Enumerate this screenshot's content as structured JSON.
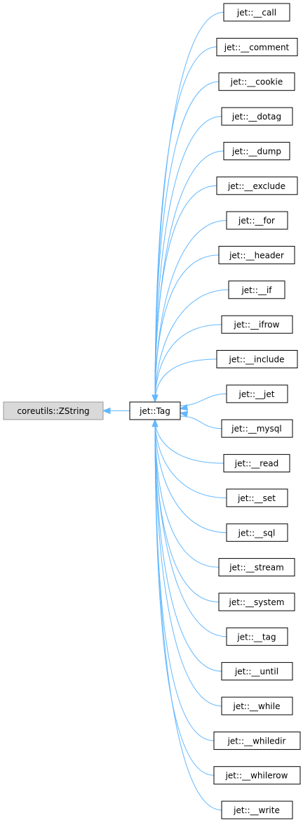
{
  "diagram": {
    "colors": {
      "edge": "#63b8ff",
      "node_border": "#000000",
      "node_fill": "#ffffff",
      "base_fill": "#d9d9d9",
      "base_border": "#999999",
      "text": "#000000"
    },
    "base_class": {
      "label": "coreutils::ZString"
    },
    "main_class": {
      "label": "jet::Tag"
    },
    "derived_classes": [
      "jet::__call",
      "jet::__comment",
      "jet::__cookie",
      "jet::__dotag",
      "jet::__dump",
      "jet::__exclude",
      "jet::__for",
      "jet::__header",
      "jet::__if",
      "jet::__ifrow",
      "jet::__include",
      "jet::__jet",
      "jet::__mysql",
      "jet::__read",
      "jet::__set",
      "jet::__sql",
      "jet::__stream",
      "jet::__system",
      "jet::__tag",
      "jet::__until",
      "jet::__while",
      "jet::__whiledir",
      "jet::__whilerow",
      "jet::__write"
    ]
  }
}
